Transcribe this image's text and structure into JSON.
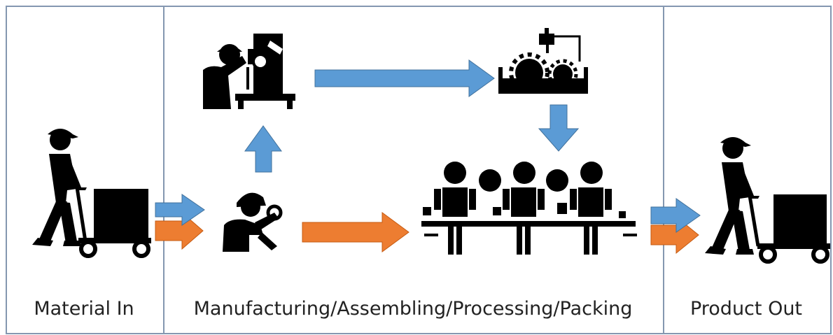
{
  "sections": [
    {
      "label": "Material In"
    },
    {
      "label": "Manufacturing/Assembling/Processing/Packing"
    },
    {
      "label": "Product Out"
    }
  ],
  "icons": {
    "worker_in": "worker-pushing-cart-icon",
    "drill_operator": "drill-press-operator-icon",
    "machine": "gear-machine-icon",
    "mechanic": "mechanic-with-wrench-icon",
    "assembly_line": "assembly-line-workers-icon",
    "worker_out": "worker-pushing-cart-icon"
  },
  "colors": {
    "flow_blue": "#5B9BD5",
    "flow_orange": "#ED7D31",
    "icon": "#000000",
    "border": "#8497B0"
  }
}
